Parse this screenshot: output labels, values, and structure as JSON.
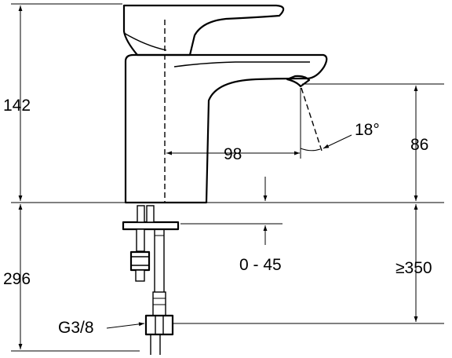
{
  "dimensions": {
    "body_height": "142",
    "spout_reach": "98",
    "spout_angle": "18°",
    "spout_height": "86",
    "deck_thickness": "0 - 45",
    "base_height": "296",
    "min_clearance": "≥350",
    "connection_thread": "G3/8"
  }
}
